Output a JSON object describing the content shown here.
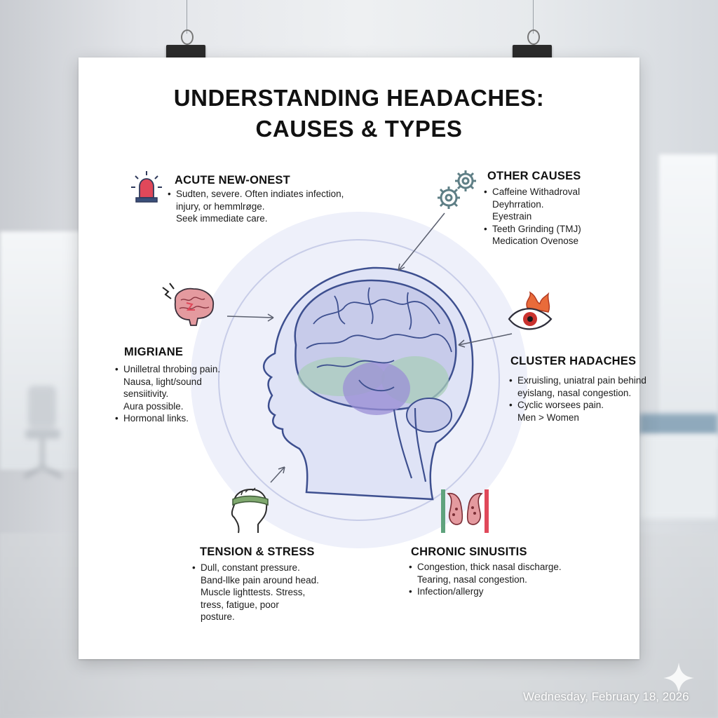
{
  "poster": {
    "title_line1": "UNDERSTANDING HEADACHES:",
    "title_line2": "CAUSES & TYPES"
  },
  "sections": {
    "acute": {
      "heading": "ACUTE NEW-ONEST",
      "lines": [
        "Sudten, severe. Often indiates infection,",
        "injury, or hemmlrøge.",
        "Seek immediate care."
      ],
      "icon": "siren-icon"
    },
    "other": {
      "heading": "OTHER CAUSES",
      "lines": [
        "Caffeine Withadroval",
        "Deyhrration.",
        "Eyestrain",
        "Teeth Grinding (TMJ)",
        "Medication Ovenose"
      ],
      "icon": "gears-icon"
    },
    "migraine": {
      "heading": "MIGRIANE",
      "lines": [
        "Unilletral throbing pain.",
        "Nausa, light/sound",
        "sensiitivity.",
        "Aura possible.",
        "Hormonal links."
      ],
      "icon": "brain-lightning-icon"
    },
    "cluster": {
      "heading": "CLUSTER HADACHES",
      "lines": [
        "Exruisling, uniatral pain behind",
        "eyislang, nasal congestion.",
        "Cyclic worsees pain.",
        "Men > Women"
      ],
      "icon": "burning-eye-icon"
    },
    "tension": {
      "heading": "TENSION & STRESS",
      "lines": [
        "Dull, constant pressure.",
        "Band-llke pain around head.",
        "Muscle lighttests. Stress,",
        "tress, fatigue, poor",
        "posture."
      ],
      "icon": "head-band-icon"
    },
    "sinus": {
      "heading": "CHRONIC SINUSITIS",
      "lines": [
        "Congestion, thick nasal discharge.",
        "Tearing, nasal congestion.",
        "Infection/allergy"
      ],
      "icon": "sinus-icon"
    }
  },
  "footer": {
    "date": "Wednesday, February 18, 2026"
  },
  "colors": {
    "accent_red": "#e0485a",
    "brain_outline": "#3d4f8f",
    "head_fill": "#dfe3f6",
    "green_highlight": "#a9cdb9",
    "purple_highlight": "#9b8fd6",
    "gear_teal": "#5f7f86"
  }
}
